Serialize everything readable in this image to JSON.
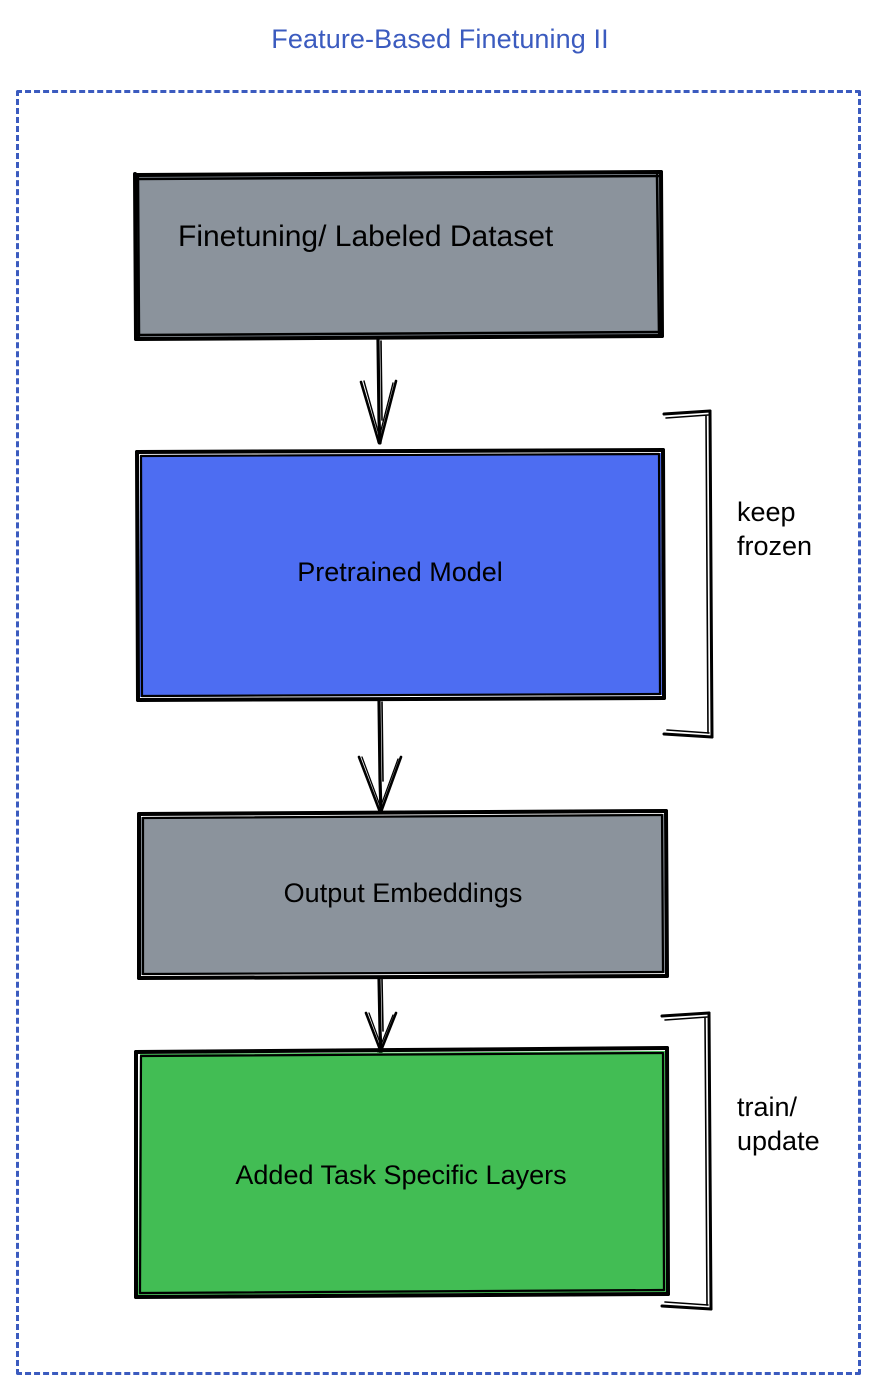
{
  "diagram": {
    "title": "Feature-Based Finetuning II",
    "title_color": "#3b5bbf",
    "frame": {
      "style": "dashed",
      "color": "#3b5bbf"
    },
    "nodes": [
      {
        "id": "dataset",
        "label": "Finetuning/ Labeled Dataset",
        "fill": "#8b939c",
        "stroke": "#000000"
      },
      {
        "id": "pretrained",
        "label": "Pretrained Model",
        "fill": "#4d6df2",
        "stroke": "#000000"
      },
      {
        "id": "embeddings",
        "label": "Output Embeddings",
        "fill": "#8b939c",
        "stroke": "#000000"
      },
      {
        "id": "layers",
        "label": "Added Task Specific Layers",
        "fill": "#42bd54",
        "stroke": "#000000"
      }
    ],
    "edges": [
      {
        "from": "dataset",
        "to": "pretrained",
        "arrow": "down"
      },
      {
        "from": "pretrained",
        "to": "embeddings",
        "arrow": "down"
      },
      {
        "from": "embeddings",
        "to": "layers",
        "arrow": "down"
      }
    ],
    "annotations": [
      {
        "id": "keep-frozen",
        "text": "keep\nfrozen",
        "targets": "pretrained"
      },
      {
        "id": "train-update",
        "text": "train/\nupdate",
        "targets": "layers"
      }
    ]
  }
}
